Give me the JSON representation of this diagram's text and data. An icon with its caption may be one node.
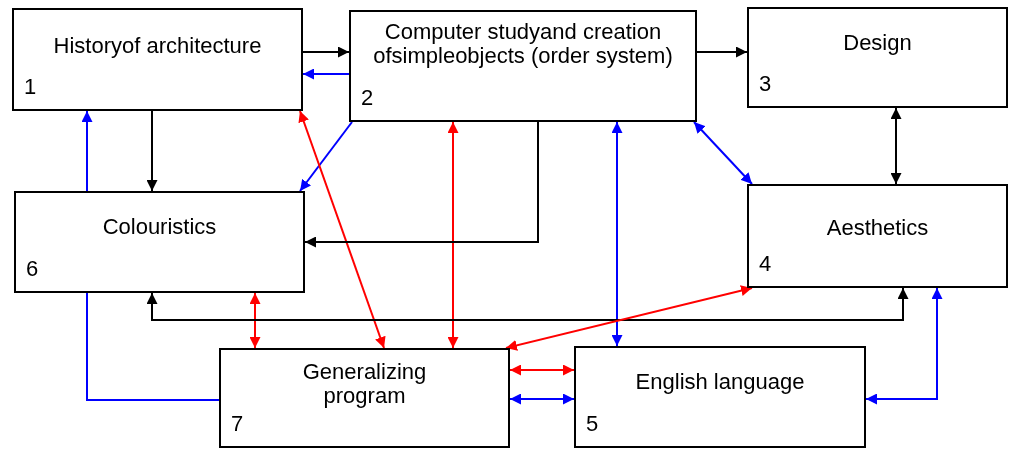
{
  "diagram": {
    "nodes": [
      {
        "text": [
          "Historyof architecture",
          "1"
        ]
      },
      {
        "text": [
          "Computer studyand creation ofsimpleobjects (order system)",
          "2"
        ]
      },
      {
        "text": [
          "Design",
          "3"
        ]
      },
      {
        "text": [
          "Colouristics",
          "6"
        ]
      },
      {
        "text": [
          "Aesthetics",
          "4"
        ]
      },
      {
        "text": [
          "Generalizing program",
          "7"
        ]
      },
      {
        "text": [
          "English language",
          "5"
        ]
      }
    ],
    "edges": [
      {
        "from": 0,
        "to": 1,
        "arrow": "to",
        "color": "#000000"
      },
      {
        "from": 1,
        "to": 0,
        "arrow": "to"
      },
      {
        "from": 1,
        "to": 2,
        "arrow": "to",
        "color": "#000000"
      },
      {
        "from": 0,
        "to": 3,
        "arrow": "to",
        "color": "#000000"
      },
      {
        "from": 3,
        "to": 0,
        "arrow": "to"
      },
      {
        "from": 1,
        "to": 3,
        "arrow": "to"
      },
      {
        "from": 0,
        "to": 5,
        "arrow": "both",
        "color": "#ff0000"
      },
      {
        "from": 1,
        "to": 5,
        "arrow": "both",
        "color": "#ff0000"
      },
      {
        "from": 1,
        "to": 3,
        "arrow": "to",
        "color": "#000000"
      },
      {
        "from": 1,
        "to": 6,
        "arrow": "both"
      },
      {
        "from": 1,
        "to": 4,
        "arrow": "both"
      },
      {
        "from": 2,
        "to": 4,
        "arrow": "both",
        "color": "#000000"
      },
      {
        "from": 3,
        "to": 5,
        "arrow": "both",
        "color": "#ff0000"
      },
      {
        "from": 3,
        "to": 4,
        "arrow": "both",
        "color": "#000000"
      },
      {
        "from": 4,
        "to": 5,
        "arrow": "both",
        "color": "#ff0000"
      },
      {
        "from": 5,
        "to": 6,
        "arrow": "both",
        "color": "#ff0000"
      },
      {
        "from": 5,
        "to": 6,
        "arrow": "both"
      },
      {
        "from": 6,
        "to": 4,
        "arrow": "both"
      },
      {
        "from": 3,
        "to": 5,
        "arrow": "none"
      }
    ]
  }
}
